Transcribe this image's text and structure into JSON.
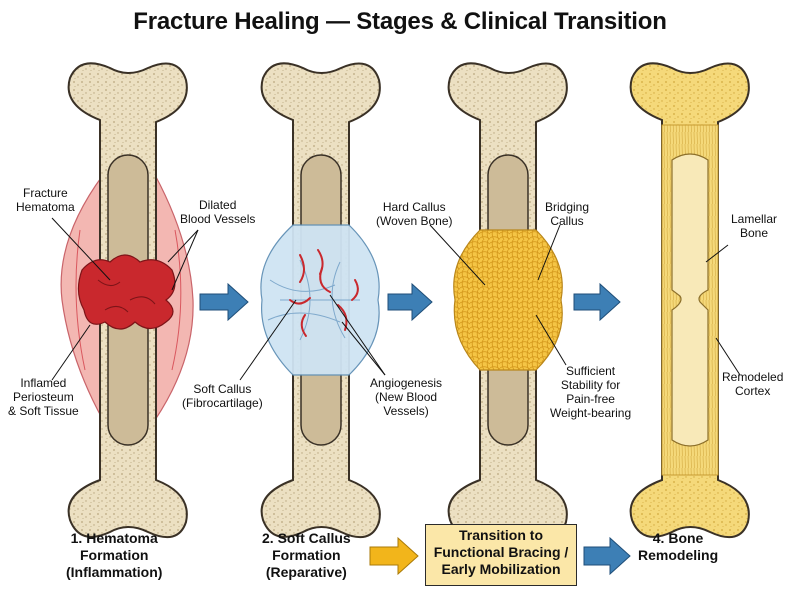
{
  "title": "Fracture Healing — Stages & Clinical Transition",
  "colors": {
    "bone": "#ece0c2",
    "bone_outline": "#3a3126",
    "marrow": "#cdbb98",
    "hematoma": "#c9282d",
    "inflamed_tissue": "#f3b7b2",
    "soft_callus": "#cfe4f3",
    "hard_callus": "#f5c545",
    "remodeled": "#f5d97a",
    "arrow_blue": "#3d7fb5",
    "arrow_yellow": "#f2b51b",
    "transition_box": "#fbe7a8"
  },
  "labels": {
    "fracture_hematoma": [
      "Fracture",
      "Hematoma"
    ],
    "dilated_vessels": [
      "Dilated",
      "Blood Vessels"
    ],
    "inflamed_periosteum": [
      "Inflamed",
      "Periosteum",
      "& Soft Tissue"
    ],
    "soft_callus": [
      "Soft Callus",
      "(Fibrocartilage)"
    ],
    "angiogenesis": [
      "Angiogenesis",
      "(New Blood",
      "Vessels)"
    ],
    "hard_callus": [
      "Hard Callus",
      "(Woven Bone)"
    ],
    "bridging_callus": [
      "Bridging",
      "Callus"
    ],
    "sufficient_stability": [
      "Sufficient",
      "Stability for",
      "Pain-free",
      "Weight-bearing"
    ],
    "lamellar_bone": [
      "Lamellar",
      "Bone"
    ],
    "remodeled_cortex": [
      "Remodeled",
      "Cortex"
    ]
  },
  "stages": [
    {
      "lines": [
        "1. Hematoma",
        "Formation",
        "(Inflammation)"
      ]
    },
    {
      "lines": [
        "2. Soft Callus",
        "Formation",
        "(Reparative)"
      ]
    },
    {
      "lines": [
        "Transition to",
        "Functional Bracing /",
        "Early Mobilization"
      ]
    },
    {
      "lines": [
        "4. Bone",
        "Remodeling"
      ]
    }
  ]
}
